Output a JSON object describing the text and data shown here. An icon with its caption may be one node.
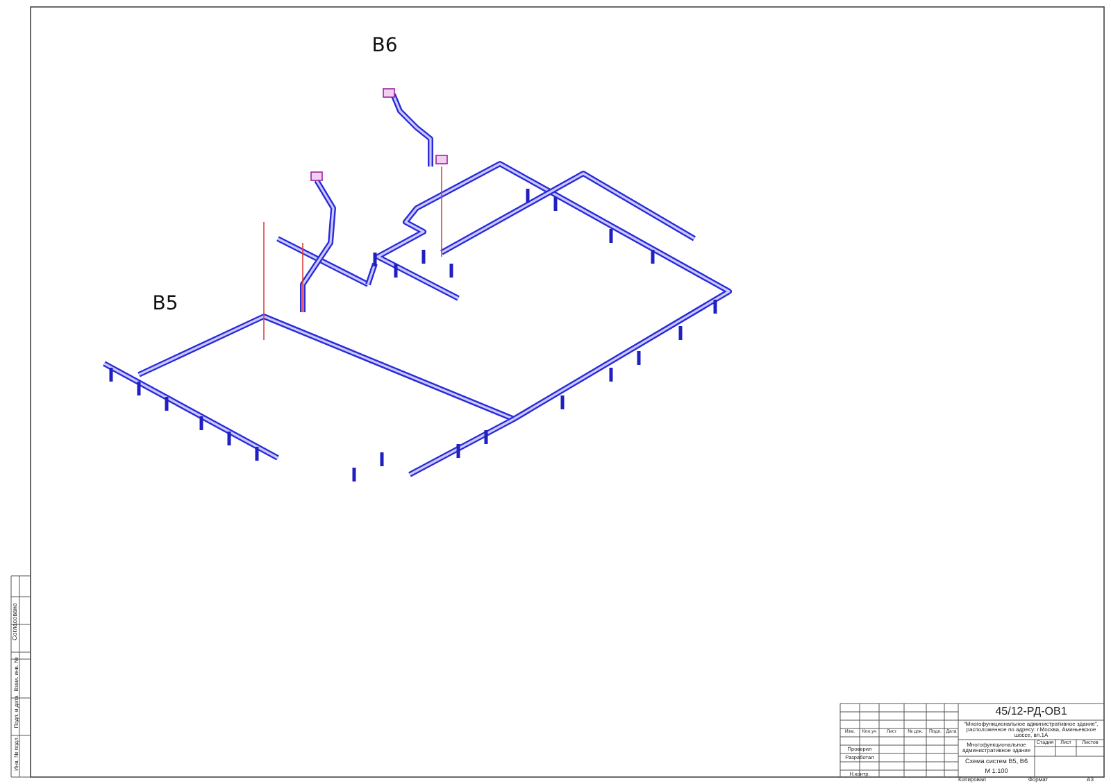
{
  "diagram": {
    "labels": [
      "В6",
      "В5",
      "45/12-РД-ОВ1",
      "“Многофункциональное административное здание”, расположенное по адресу: г.Москва, Аминьевское шоссе, вл.1А",
      "Многофункциональное административное здание",
      "Стадия",
      "Лист",
      "Листов",
      "Схема систем В5, В6",
      "М 1:100",
      "Изм.",
      "Кол.уч",
      "Лист",
      "№ док.",
      "Подп.",
      "Дата",
      "Разработал",
      "Проверил",
      "Н.контр.",
      "Копировал",
      "Формат",
      "А3",
      "Согласовано",
      "Взам. инв. №",
      "Подп. и дата",
      "Инв. № подл."
    ]
  }
}
